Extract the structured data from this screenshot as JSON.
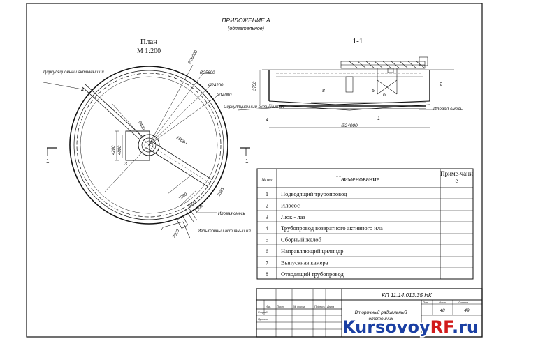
{
  "header": {
    "appendix": "ПРИЛОЖЕНИЕ А",
    "appendix_note": "(обязательное)"
  },
  "plan": {
    "title": "План",
    "scale": "М 1:200",
    "dims": [
      "Ø26000",
      "Ø25600",
      "Ø24200",
      "Ø14000",
      "6400",
      "4200",
      "4800",
      "10660",
      "1200",
      "1960",
      "2000",
      "3385",
      "7000"
    ],
    "labels": {
      "circ_sludge": "Циркуляционный активный ил",
      "raw_mix": "Иловая смесь",
      "excess_sludge": "Избыточный активный ил"
    },
    "section_marks": [
      "1",
      "1"
    ],
    "callouts": [
      "4",
      "7",
      "3"
    ]
  },
  "section": {
    "title": "1-1",
    "dims": [
      "3750",
      "Ø24000"
    ],
    "labels": {
      "circ_sludge": "Циркуляционный активный ил",
      "raw_mix": "Иловая смесь"
    },
    "callouts": [
      "2",
      "5",
      "6",
      "8",
      "4",
      "1"
    ]
  },
  "table": {
    "headers": {
      "num": "№ п/п",
      "name": "Наименование",
      "note": "Приме-чание"
    },
    "rows": [
      {
        "num": "1",
        "name": "Подводящий трубопровод"
      },
      {
        "num": "2",
        "name": "Илосос"
      },
      {
        "num": "3",
        "name": "Люк - лаз"
      },
      {
        "num": "4",
        "name": "Трубопровод возвратного активного ила"
      },
      {
        "num": "5",
        "name": "Сборный желоб"
      },
      {
        "num": "6",
        "name": "Направляющий цилиндр"
      },
      {
        "num": "7",
        "name": "Выпускная камера"
      },
      {
        "num": "8",
        "name": "Отводящий трубопровод"
      }
    ]
  },
  "title_block": {
    "code": "КП 11.14.013.35 НК",
    "object_name": "Вторичный радиальный отстойник",
    "hdr": [
      "Лит.",
      "Лист",
      "Листов"
    ],
    "sheet": "48",
    "sheets": "49",
    "small_cols": [
      "Изм.",
      "Лист",
      "№ докум.",
      "Подпись",
      "Дата"
    ],
    "roles": [
      "Разраб.",
      "Провер."
    ]
  },
  "watermark": {
    "part1": "Kursovoy",
    "part2": "RF",
    "part3": ".ru"
  },
  "colors": {
    "line": "#111111",
    "watermark_blue": "#1a3fa3",
    "watermark_red": "#d11a1a"
  }
}
